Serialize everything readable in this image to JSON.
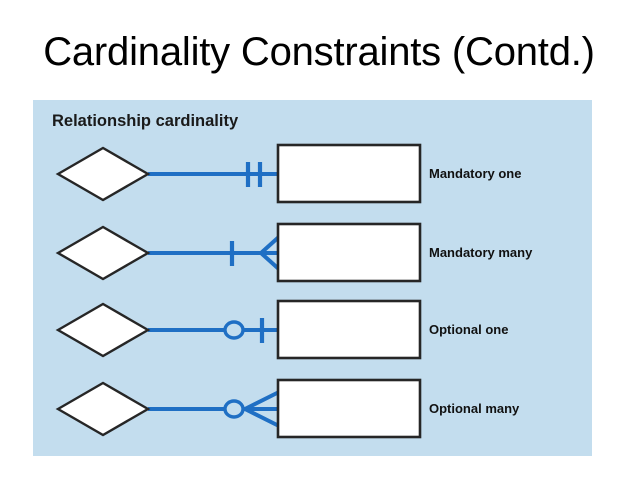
{
  "slide": {
    "title": "Cardinality Constraints (Contd.)",
    "panel_heading": "Relationship cardinality",
    "colors": {
      "panel_background": "#c3ddee",
      "connector_blue": "#1f6fc4",
      "shape_outline": "#262626",
      "shape_fill": "#ffffff",
      "title_text": "#000000",
      "slide_background": "#ffffff"
    }
  },
  "diagram": {
    "type": "er-crows-foot-notation-legend",
    "rows": [
      {
        "label": "Mandatory one",
        "relationship_shape": "diamond",
        "entity_shape": "rectangle",
        "notation": "one-mandatory",
        "symbols": [
          "tick",
          "tick"
        ],
        "meaning": "exactly one (mandatory)"
      },
      {
        "label": "Mandatory many",
        "relationship_shape": "diamond",
        "entity_shape": "rectangle",
        "notation": "many-mandatory",
        "symbols": [
          "tick",
          "crows-foot"
        ],
        "meaning": "one or more (mandatory)"
      },
      {
        "label": "Optional one",
        "relationship_shape": "diamond",
        "entity_shape": "rectangle",
        "notation": "one-optional",
        "symbols": [
          "circle",
          "tick"
        ],
        "meaning": "zero or one (optional)"
      },
      {
        "label": "Optional many",
        "relationship_shape": "diamond",
        "entity_shape": "rectangle",
        "notation": "many-optional",
        "symbols": [
          "circle",
          "crows-foot"
        ],
        "meaning": "zero or more (optional)"
      }
    ]
  }
}
